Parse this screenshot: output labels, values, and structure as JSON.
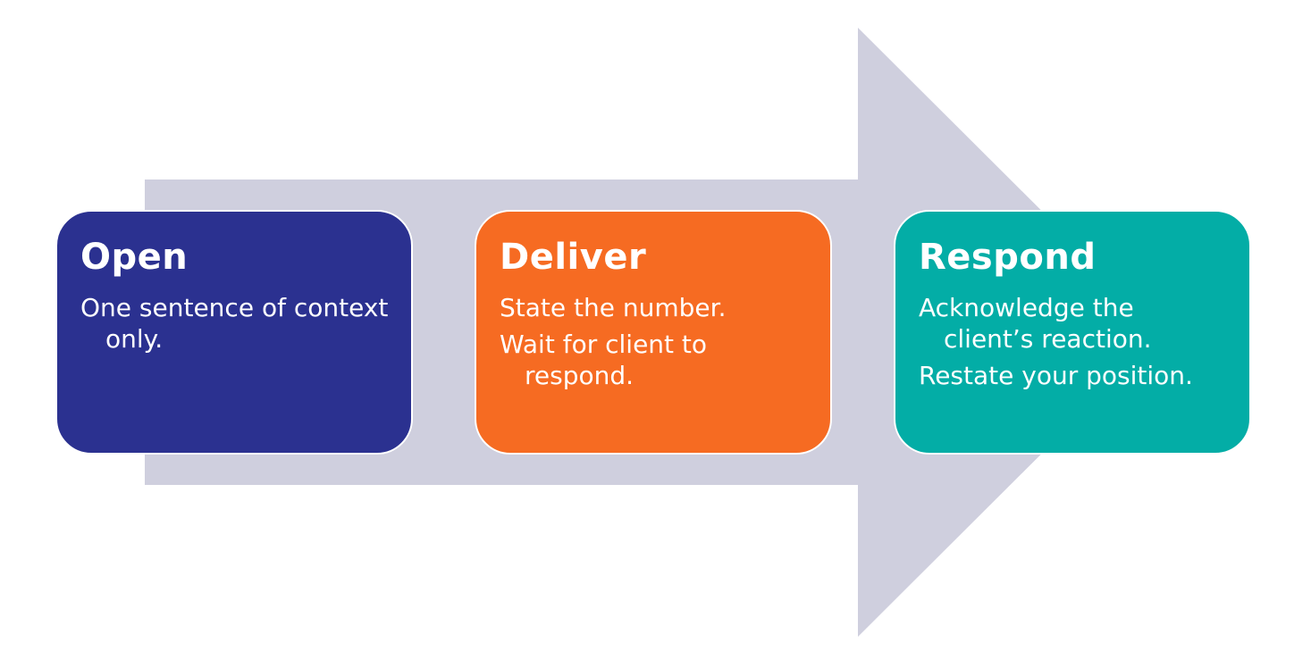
{
  "colors": {
    "arrow": "#CFCFDE",
    "open": "#2B3190",
    "deliver": "#F66B22",
    "respond": "#03ADA6",
    "text": "#FFFFFF"
  },
  "steps": [
    {
      "title": "Open",
      "lines": [
        "One sentence of context only."
      ]
    },
    {
      "title": "Deliver",
      "lines": [
        "State the number.",
        "Wait for client to respond."
      ]
    },
    {
      "title": "Respond",
      "lines": [
        "Acknowledge the client’s reaction.",
        "Restate your position."
      ]
    }
  ]
}
